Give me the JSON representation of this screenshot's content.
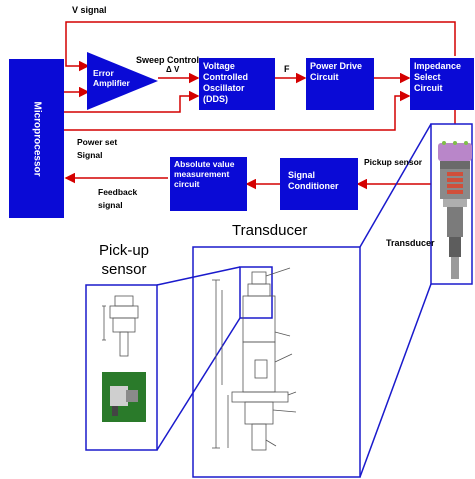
{
  "signals": {
    "v_signal": "V signal",
    "sweep_control": "Sweep Control",
    "delta_v": "Δ V",
    "f": "F",
    "power_set": "Power set Signal",
    "pickup_sensor": "Pickup sensor",
    "feedback": "Feedback signal"
  },
  "blocks": {
    "microprocessor": "Microprocessor",
    "error_amplifier": "Error Amplifier",
    "vco": "Voltage Controlled Oscillator (DDS)",
    "power_drive": "Power Drive Circuit",
    "impedance_select": "Impedance Select Circuit",
    "signal_conditioner": "Signal Conditioner",
    "absolute_value": "Absolute value measurement circuit"
  },
  "labels": {
    "transducer_small": "Transducer",
    "transducer_title": "Transducer",
    "pickup_title": "Pick-up sensor"
  },
  "colors": {
    "block_fill": "#0a0ad6",
    "arrow_red": "#d40000",
    "frame_blue": "#1a1acc"
  }
}
